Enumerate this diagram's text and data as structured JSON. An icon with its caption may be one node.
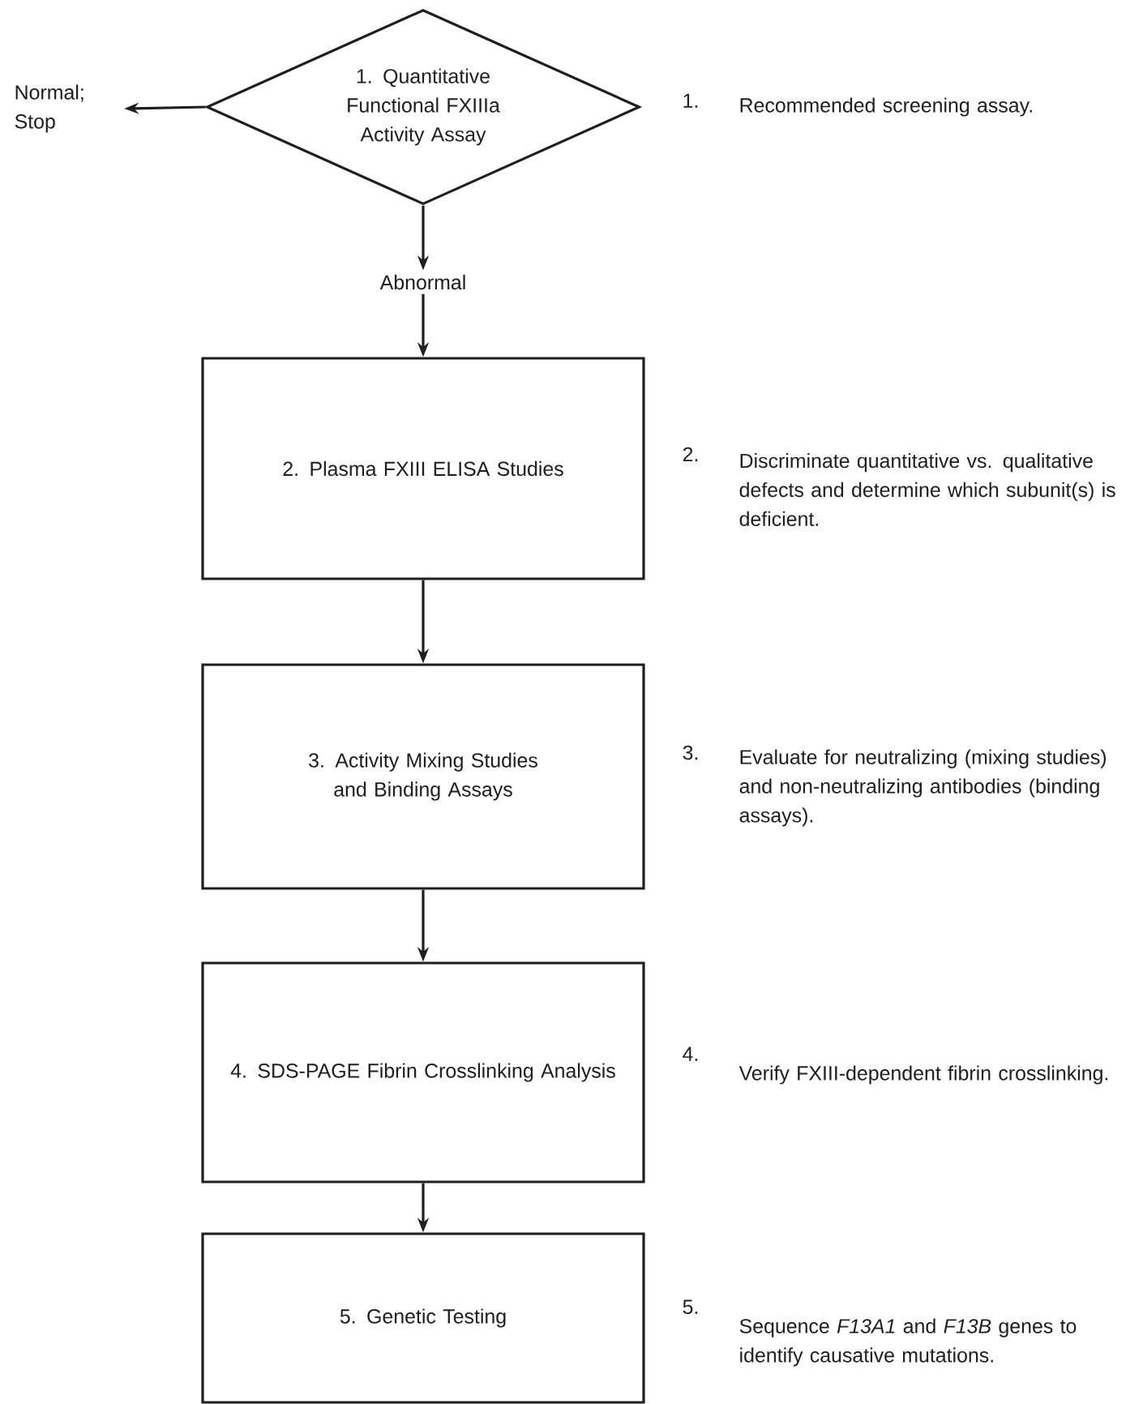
{
  "diagram": {
    "nodes": [
      {
        "text": [
          "1. Quantitative Functional FXIIIa Activity Assay"
        ],
        "beside": [
          "1.",
          "Recommended screening assay."
        ]
      },
      {
        "text": [
          "Normal; Stop"
        ]
      },
      {
        "text": [
          "Abnormal"
        ]
      },
      {
        "text": [
          "2. Plasma FXIII ELISA Studies"
        ],
        "beside": [
          "2.",
          "Discriminate quantitative vs. qualitative defects and determine which subunit(s) is deficient."
        ]
      },
      {
        "text": [
          "3. Activity Mixing Studies and Binding Assays"
        ],
        "beside": [
          "3.",
          "Evaluate for neutralizing (mixing studies) and non-neutralizing antibodies (binding assays)."
        ]
      },
      {
        "text": [
          "4. SDS-PAGE Fibrin Crosslinking Analysis"
        ],
        "beside": [
          "4.",
          "Verify FXIII-dependent fibrin crosslinking."
        ]
      },
      {
        "text": [
          "5. Genetic Testing"
        ],
        "beside": [
          "5.",
          "Sequence *F13A1* and *F13B* genes to identify causative mutations."
        ]
      }
    ],
    "edges": [
      {
        "from": 0,
        "to": 1,
        "arrow": "to"
      },
      {
        "from": 0,
        "to": 2,
        "arrow": "to"
      },
      {
        "from": 2,
        "to": 3,
        "arrow": "to"
      },
      {
        "from": 3,
        "to": 4,
        "arrow": "to"
      },
      {
        "from": 4,
        "to": 5,
        "arrow": "to"
      },
      {
        "from": 5,
        "to": 6,
        "arrow": "to"
      }
    ]
  }
}
